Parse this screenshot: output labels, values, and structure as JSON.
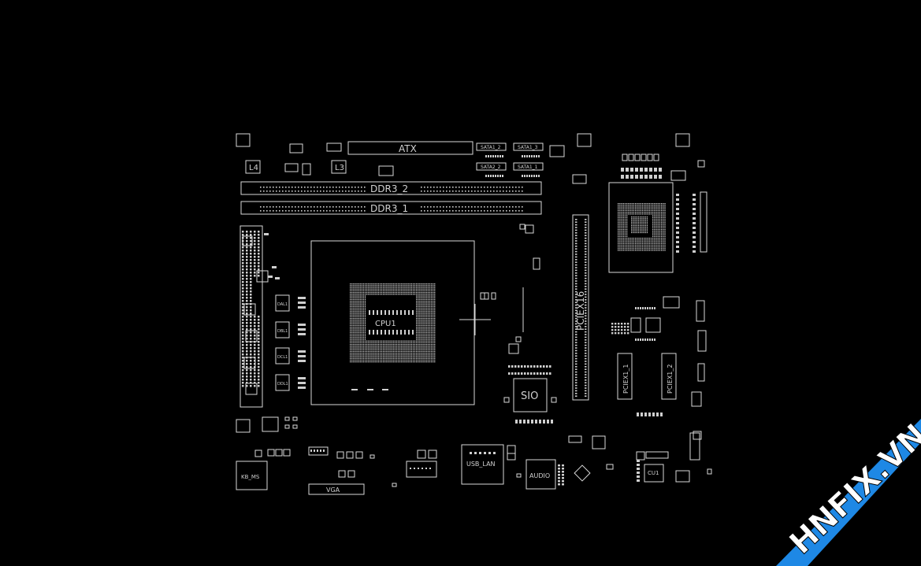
{
  "board": {
    "labels": {
      "atx": "ATX",
      "ddr3_2": "DDR3_2",
      "ddr3_1": "DDR3_1",
      "pciex16": "PCIEX16",
      "pciex1_1": "PCIEX1_1",
      "pciex1_2": "PCIEX1_2",
      "sio": "SIO",
      "kb_ms": "KB_MS",
      "vga": "VGA",
      "usb_lan": "USB_LAN",
      "audio": "AUDIO",
      "l4": "L4",
      "l3": "L3",
      "cpu": "CPU1",
      "cu1": "CU1",
      "sata1_2": "SATA1_2",
      "sata1_3": "SATA1_3",
      "sata2_2": "SATA2_2",
      "sata1_1": "SATA1_1",
      "dal1": "DAL1",
      "dbl1": "DBL1",
      "dcl1": "DCL1",
      "ddl1": "DDL1"
    }
  },
  "watermark": {
    "text": "HNFIX.VN",
    "accent_color": "#1e88e5"
  }
}
